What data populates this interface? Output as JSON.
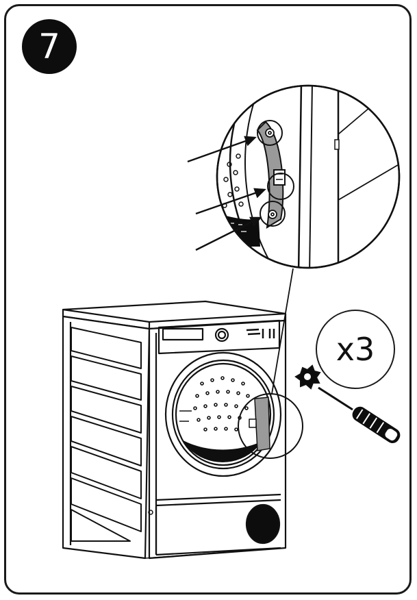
{
  "step": {
    "number": "7"
  },
  "fastener": {
    "quantity_label": "x3",
    "tool": "torx-screwdriver",
    "screw_count": 3
  },
  "colors": {
    "ink": "#111111",
    "background": "#ffffff",
    "highlight": "#9a9a9a"
  }
}
